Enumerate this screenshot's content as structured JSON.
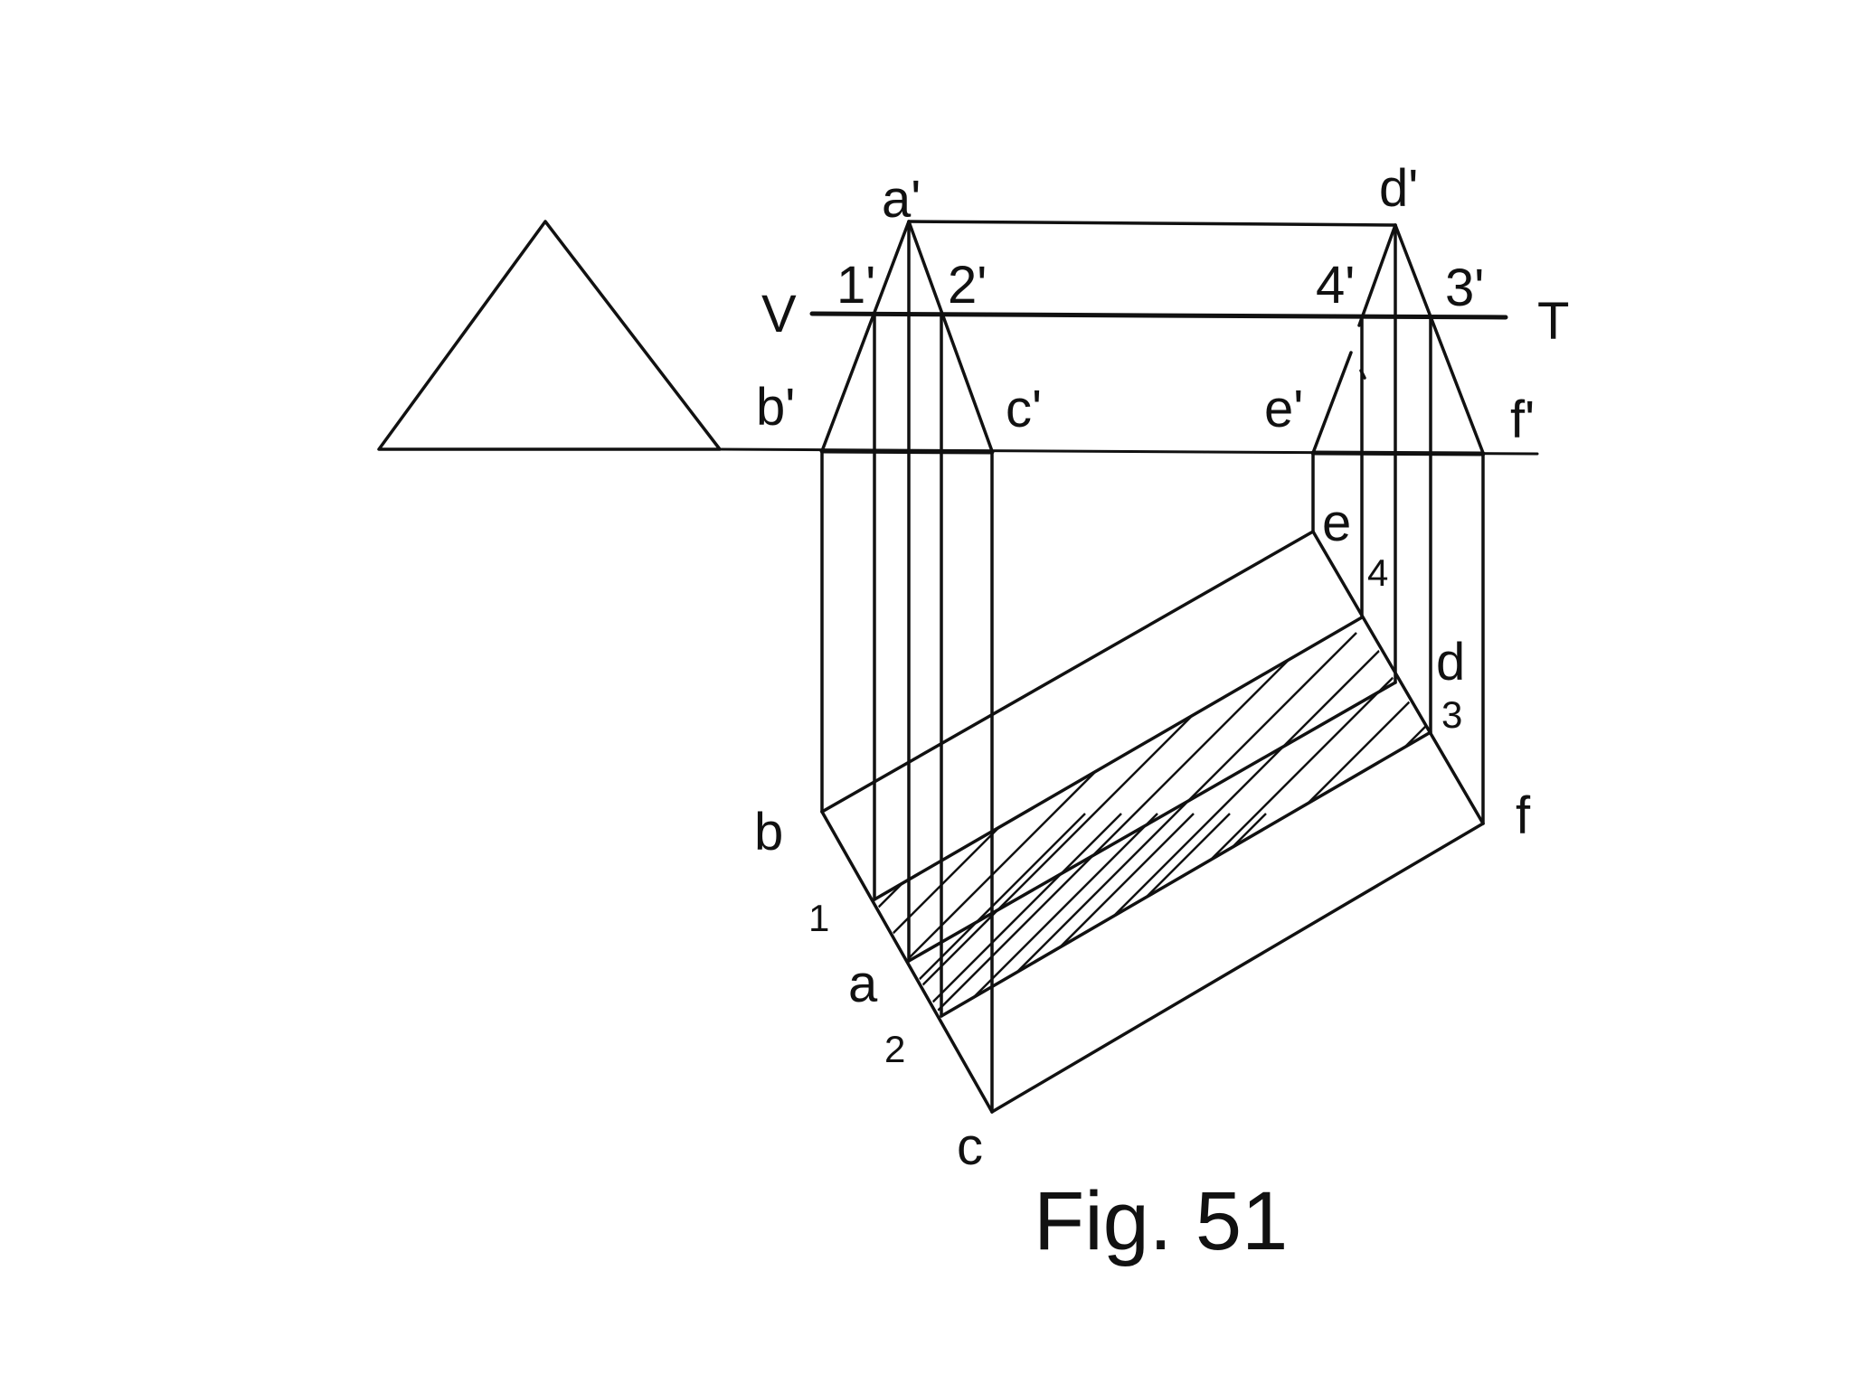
{
  "figure": {
    "caption": "Fig. 51",
    "ink_color": "#111111",
    "background_color": "#ffffff"
  },
  "labels": {
    "a_prime": "a'",
    "d_prime": "d'",
    "one_prime": "1'",
    "two_prime": "2'",
    "four_prime": "4'",
    "three_prime": "3'",
    "V": "V",
    "T": "T",
    "b_prime": "b'",
    "c_prime": "c'",
    "e_prime": "e'",
    "f_prime": "f'",
    "e": "e",
    "four": "4",
    "d": "d",
    "three": "3",
    "b": "b",
    "f": "f",
    "one": "1",
    "a": "a",
    "two": "2",
    "c": "c"
  }
}
